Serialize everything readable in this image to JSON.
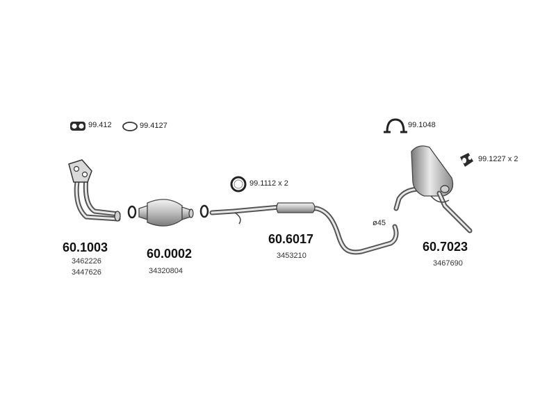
{
  "fittings": {
    "gasket_1": "99.412",
    "gasket_2": "99.4127",
    "ring_1112": "99.1112 x 2",
    "clamp_1048": "99.1048",
    "mount_1227": "99.1227 x 2"
  },
  "parts": [
    {
      "number": "60.1003",
      "oem": [
        "3462226",
        "3447626"
      ]
    },
    {
      "number": "60.0002",
      "oem": [
        "34320804"
      ]
    },
    {
      "number": "60.6017",
      "oem": [
        "3453210"
      ]
    },
    {
      "number": "60.7023",
      "oem": [
        "3467690"
      ]
    }
  ],
  "annotations": {
    "diameter": "ø45"
  }
}
